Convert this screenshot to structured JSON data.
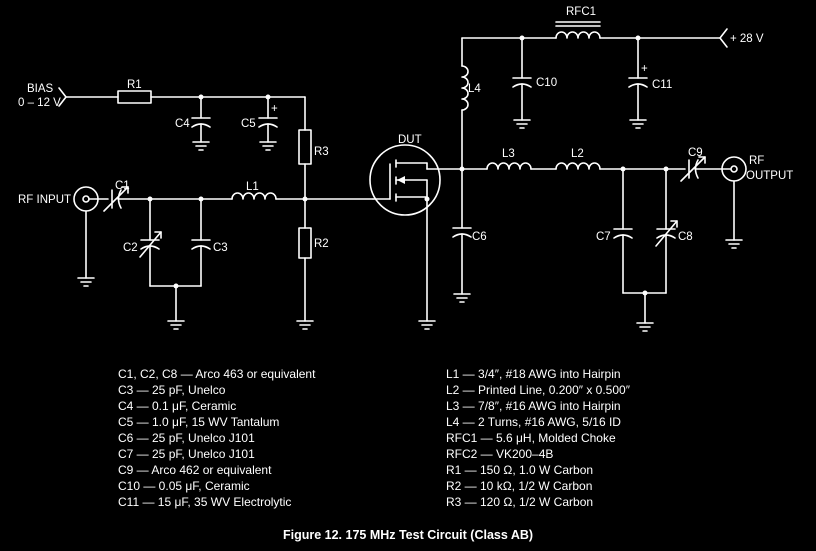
{
  "labels": {
    "bias": "BIAS",
    "bias_range": "0 – 12 V",
    "rf_input": "RF INPUT",
    "rf_output_1": "RF",
    "rf_output_2": "OUTPUT",
    "supply": "+ 28 V",
    "dut": "DUT",
    "plus": "+",
    "R1": "R1",
    "R2": "R2",
    "R3": "R3",
    "C1": "C1",
    "C2": "C2",
    "C3": "C3",
    "C4": "C4",
    "C5": "C5",
    "C6": "C6",
    "C7": "C7",
    "C8": "C8",
    "C9": "C9",
    "C10": "C10",
    "C11": "C11",
    "L1": "L1",
    "L2": "L2",
    "L3": "L3",
    "L4": "L4",
    "RFC1": "RFC1"
  },
  "parts_left": [
    "C1, C2, C8 — Arco 463 or equivalent",
    "C3 — 25 pF, Unelco",
    "C4 — 0.1 μF, Ceramic",
    "C5 — 1.0 μF, 15 WV Tantalum",
    "C6 — 25 pF, Unelco J101",
    "C7 — 25 pF, Unelco J101",
    "C9 — Arco 462 or equivalent",
    "C10 — 0.05 μF, Ceramic",
    "C11 — 15 μF, 35 WV Electrolytic"
  ],
  "parts_right": [
    "L1 — 3/4″, #18 AWG into Hairpin",
    "L2 — Printed Line, 0.200″ x 0.500″",
    "L3 — 7/8″, #16 AWG into Hairpin",
    "L4 — 2 Turns, #16 AWG, 5/16 ID",
    "RFC1 — 5.6 μH, Molded Choke",
    "RFC2 — VK200–4B",
    "R1 — 150 Ω, 1.0 W Carbon",
    "R2 — 10 kΩ, 1/2 W Carbon",
    "R3 — 120 Ω, 1/2 W Carbon"
  ],
  "caption": "Figure 12. 175 MHz Test Circuit (Class AB)"
}
